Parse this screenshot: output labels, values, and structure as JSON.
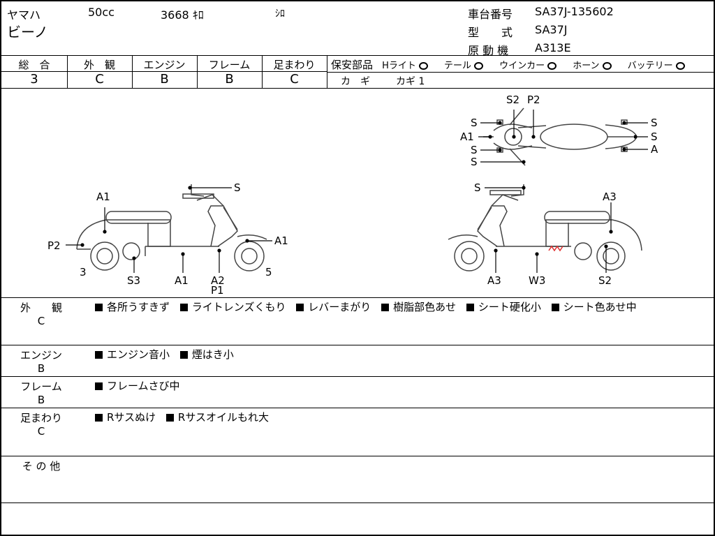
{
  "header": {
    "maker": "ヤマハ",
    "cc": "50cc",
    "mileage": "3668 ｷﾛ",
    "color": "ｼﾛ",
    "model_name": "ビーノ",
    "frame_label": "車台番号",
    "frame_value": "SA37J-135602",
    "type_label": "型　　式",
    "type_value": "SA37J",
    "engine_label": "原 動 機",
    "engine_value": "A313E"
  },
  "ratings": {
    "headers": [
      "総　合",
      "外　観",
      "エンジン",
      "フレーム",
      "足まわり"
    ],
    "values": [
      "3",
      "C",
      "B",
      "B",
      "C"
    ]
  },
  "safety": {
    "label": "保安部品",
    "items": [
      {
        "name": "Hライト",
        "mark": "○"
      },
      {
        "name": "テール",
        "mark": "○"
      },
      {
        "name": "ウインカー",
        "mark": "○"
      },
      {
        "name": "ホーン",
        "mark": "○"
      },
      {
        "name": "バッテリー",
        "mark": "○"
      }
    ],
    "key_label": "カ　ギ",
    "key_value": "カギ 1"
  },
  "diagram_labels": {
    "left_view": [
      "A1",
      "S",
      "P2",
      "A1",
      "3",
      "S3",
      "A1",
      "A2",
      "P1",
      "5"
    ],
    "right_view": [
      "S",
      "A3",
      "A3",
      "W3",
      "S2"
    ],
    "top_view": [
      "S2",
      "P2",
      "S",
      "A1",
      "S",
      "S",
      "S",
      "S",
      "A"
    ]
  },
  "remarks": [
    {
      "label": "外　　観",
      "grade": "C",
      "items": [
        "各所うすきず",
        "ライトレンズくもり",
        "レバーまがり",
        "樹脂部色あせ",
        "シート硬化小",
        "シート色あせ中"
      ]
    },
    {
      "label": "エンジン",
      "grade": "B",
      "items": [
        "エンジン音小",
        "煙はき小"
      ]
    },
    {
      "label": "フレーム",
      "grade": "B",
      "items": [
        "フレームさび中"
      ]
    },
    {
      "label": "足まわり",
      "grade": "C",
      "items": [
        "Rサスぬけ",
        "Rサスオイルもれ大"
      ]
    },
    {
      "label": "そ の 他",
      "grade": "",
      "items": []
    }
  ]
}
